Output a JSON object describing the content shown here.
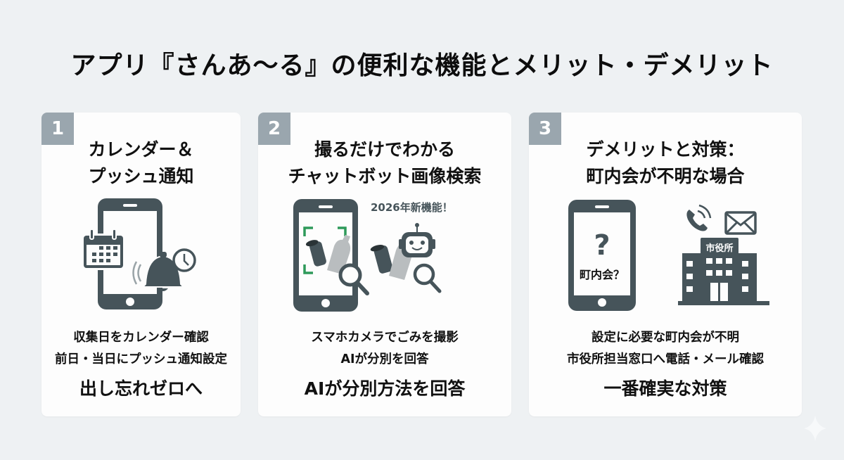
{
  "page": {
    "title": "アプリ『さんあ〜る』の便利な機能とメリット・デメリット"
  },
  "colors": {
    "background": "#eef1f3",
    "card": "#fdfdfd",
    "badge": "#9aa6ae",
    "icon": "#46545a",
    "accent_green": "#2e9a5a",
    "bottle_gray": "#b9bdbf"
  },
  "cards": [
    {
      "number": "1",
      "title_lines": [
        "カレンダー＆",
        "プッシュ通知"
      ],
      "icons": [
        "smartphone-icon",
        "calendar-icon",
        "bell-icon",
        "clock-icon"
      ],
      "desc_lines": [
        "収集日をカレンダー確認",
        "前日・当日にプッシュ通知設定"
      ],
      "emphasis": "出し忘れゼロへ"
    },
    {
      "number": "2",
      "title_lines": [
        "撮るだけでわかる",
        "チャットボット画像検索"
      ],
      "new_label": "2026年新機能！",
      "icons": [
        "smartphone-camera-icon",
        "can-icon",
        "bottle-icon",
        "magnifier-icon",
        "robot-icon"
      ],
      "desc_lines": [
        "スマホカメラでごみを撮影",
        "AIが分別を回答"
      ],
      "emphasis": "AIが分別方法を回答"
    },
    {
      "number": "3",
      "title_lines": [
        "デメリットと対策：",
        "町内会が不明な場合"
      ],
      "phone_question": "?",
      "phone_label": "町内会？",
      "building_label": "市役所",
      "icons": [
        "smartphone-icon",
        "phone-call-icon",
        "mail-icon",
        "city-hall-icon"
      ],
      "desc_lines": [
        "設定に必要な町内会が不明",
        "市役所担当窓口へ電話・メール確認"
      ],
      "emphasis": "一番確実な対策"
    }
  ]
}
